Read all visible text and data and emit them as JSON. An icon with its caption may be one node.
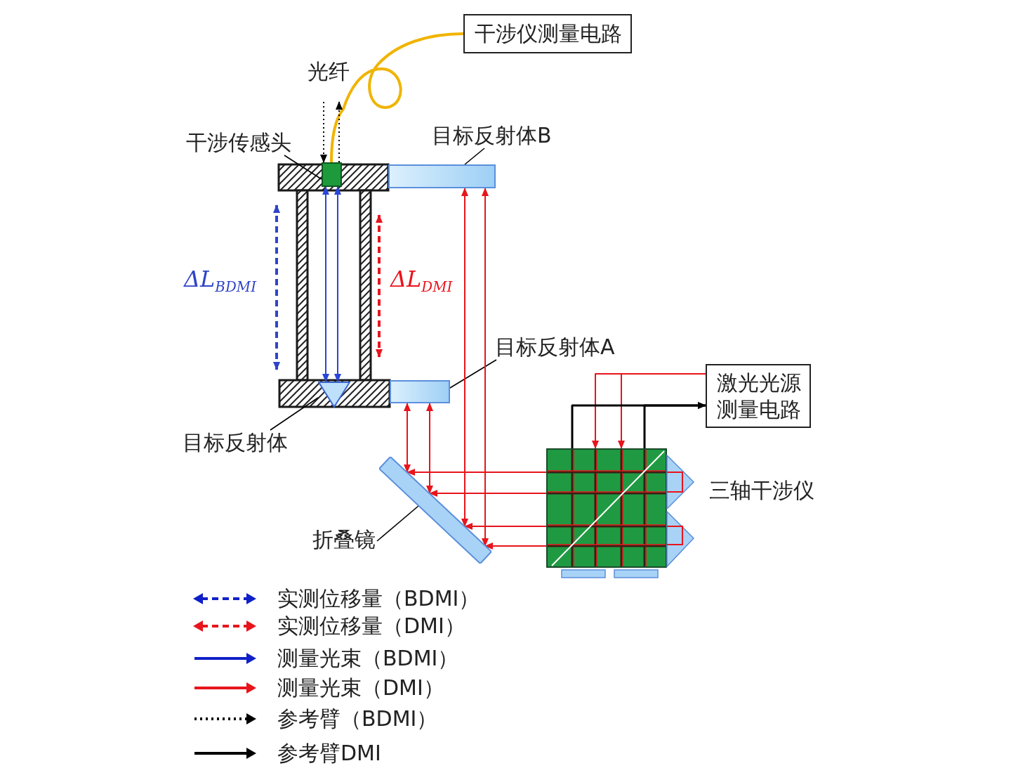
{
  "diagram": {
    "nodes": [
      {
        "text": [
          "干涉仪测量电路"
        ]
      },
      {
        "text": [
          "干涉传感头"
        ]
      },
      {
        "text": [],
        "shape": "box"
      },
      {
        "text": [
          "目标反射体B"
        ]
      },
      {
        "text": [],
        "shape": "bar"
      },
      {
        "text": [
          "目标反射体A"
        ]
      },
      {
        "text": [],
        "shape": "bar"
      },
      {
        "text": [],
        "shape": "triangle"
      },
      {
        "text": [
          "目标反射体"
        ]
      },
      {
        "text": [
          "激光光源",
          "测量电路"
        ]
      },
      {
        "text": [],
        "shape": "bar"
      },
      {
        "text": [],
        "shape": "box",
        "beside": [
          "三轴干涉仪"
        ]
      },
      {
        "text": [
          "折叠镜"
        ]
      }
    ],
    "edges": [
      {
        "from": 0,
        "to": 2,
        "arrow": "none",
        "label": "光纤",
        "color": "#f0b400"
      },
      {
        "from": null,
        "to": 2,
        "arrow": "to",
        "style": "dashed",
        "color": "#000000"
      },
      {
        "from": 2,
        "to": null,
        "arrow": "to",
        "style": "dashed",
        "color": "#000000"
      },
      {
        "from": 1,
        "to": 2,
        "arrow": "none",
        "color": "#000000"
      },
      {
        "from": 3,
        "to": 4,
        "arrow": "none",
        "color": "#000000"
      },
      {
        "from": 2,
        "to": 7,
        "arrow": "both",
        "color": "#2a45d8"
      },
      {
        "from": 2,
        "to": 7,
        "arrow": "both",
        "color": "#2a45d8"
      },
      {
        "from": 5,
        "to": 6,
        "arrow": "none",
        "color": "#000000"
      },
      {
        "from": 8,
        "to": 7,
        "arrow": "none",
        "color": "#000000"
      },
      {
        "from": 9,
        "to": 11,
        "arrow": "to"
      },
      {
        "from": 9,
        "to": 11,
        "arrow": "to"
      },
      {
        "from": 11,
        "to": 9,
        "arrow": "to",
        "color": "#000000"
      },
      {
        "from": 11,
        "to": 9,
        "arrow": "to",
        "color": "#000000"
      },
      {
        "from": 11,
        "to": 10,
        "arrow": "to"
      },
      {
        "from": 11,
        "to": 10,
        "arrow": "to"
      },
      {
        "from": 11,
        "to": 10,
        "arrow": "to"
      },
      {
        "from": 11,
        "to": 10,
        "arrow": "to"
      },
      {
        "from": 10,
        "to": 6,
        "arrow": "both"
      },
      {
        "from": 10,
        "to": 6,
        "arrow": "both"
      },
      {
        "from": 10,
        "to": 4,
        "arrow": "both"
      },
      {
        "from": 10,
        "to": 4,
        "arrow": "both"
      },
      {
        "from": 12,
        "to": 10,
        "arrow": "none",
        "color": "#000000"
      }
    ],
    "labels": [
      "ΔL$_{BDMI}$",
      "ΔL$_{DMI}$"
    ],
    "legend": [
      {
        "text": "实测位移量（BDMI）"
      },
      {
        "text": "实测位移量（DMI）"
      },
      {
        "text": "测量光束（BDMI）"
      },
      {
        "text": "测量光束（DMI）"
      },
      {
        "text": "参考臂（BDMI）"
      },
      {
        "text": "参考臂DMI"
      }
    ]
  }
}
